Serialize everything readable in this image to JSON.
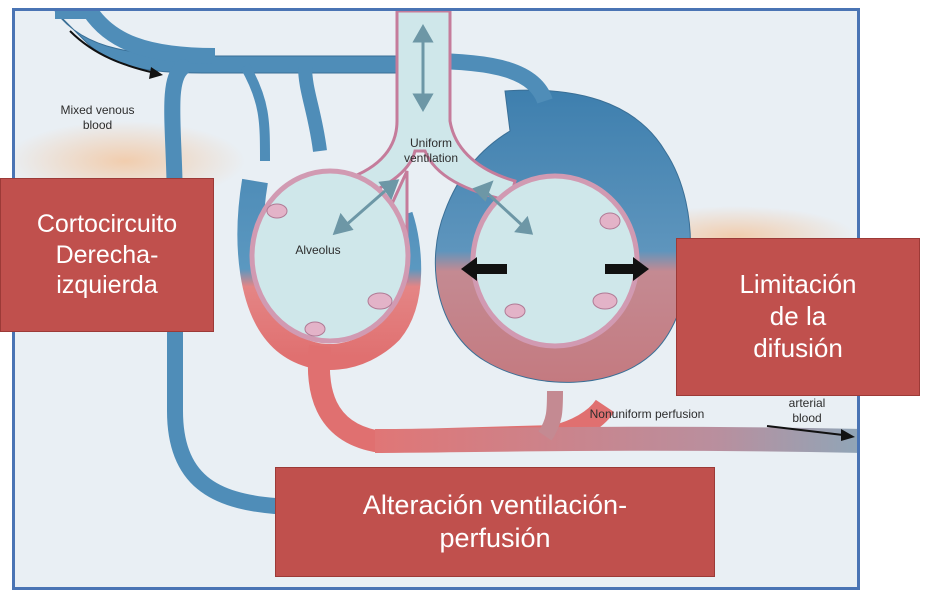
{
  "labels": {
    "mixed_venous": "Mixed venous\nblood",
    "uniform_ventilation": "Uniform\nventilation",
    "alveolus": "Alveolus",
    "nonuniform_perfusion": "Nonuniform perfusion",
    "arterial": "arterial\nblood"
  },
  "callouts": {
    "shunt": "Cortocircuito\nDerecha-\nizquierda",
    "diffusion": "Limitación\nde la\ndifusión",
    "vq": "Alteración ventilación-\nperfusión"
  },
  "colors": {
    "frame_border": "#4a74b4",
    "venous_blue": "#4f8db8",
    "arterial_red": "#e07070",
    "alveolus_fill": "#cfe7ea",
    "tissue_pink": "#d9a3b8",
    "callout_red": "#c0504d"
  }
}
